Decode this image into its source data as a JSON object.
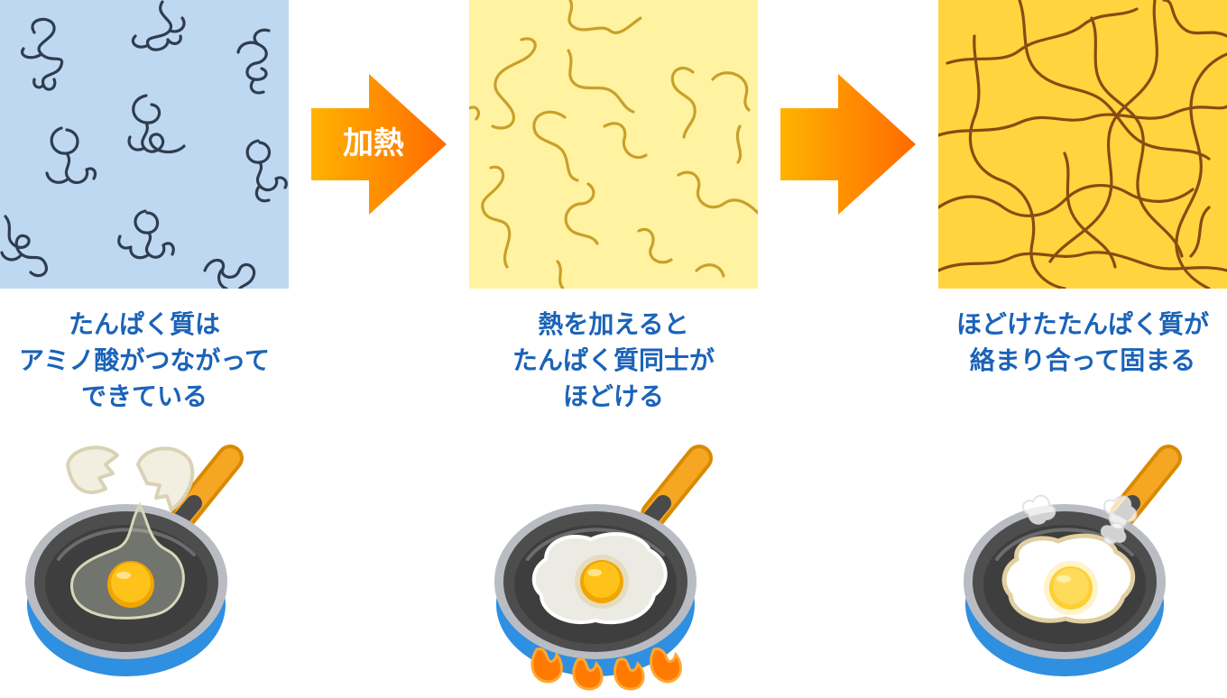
{
  "stage_before": {
    "caption_lines": [
      "たんぱく質は",
      "アミノ酸がつながって",
      "できている"
    ],
    "bg_color": "#bfd8f1",
    "strand_color": "#2e3d4f"
  },
  "stage_heating": {
    "caption_lines": [
      "熱を加えると",
      "たんぱく質同士が",
      "ほどける"
    ],
    "bg_color": "#fff3a1",
    "strand_color": "#caa02a"
  },
  "stage_after": {
    "caption_lines": [
      "ほどけたたんぱく質が",
      "絡まり合って固まる"
    ],
    "bg_color": "#ffd43f",
    "strand_color": "#8a4a10"
  },
  "arrow_heat": {
    "label": "加熱",
    "color_start": "#ffb300",
    "color_end": "#ff6a00"
  },
  "arrow_next": {
    "label": ""
  },
  "caption_color": "#1b63b8"
}
